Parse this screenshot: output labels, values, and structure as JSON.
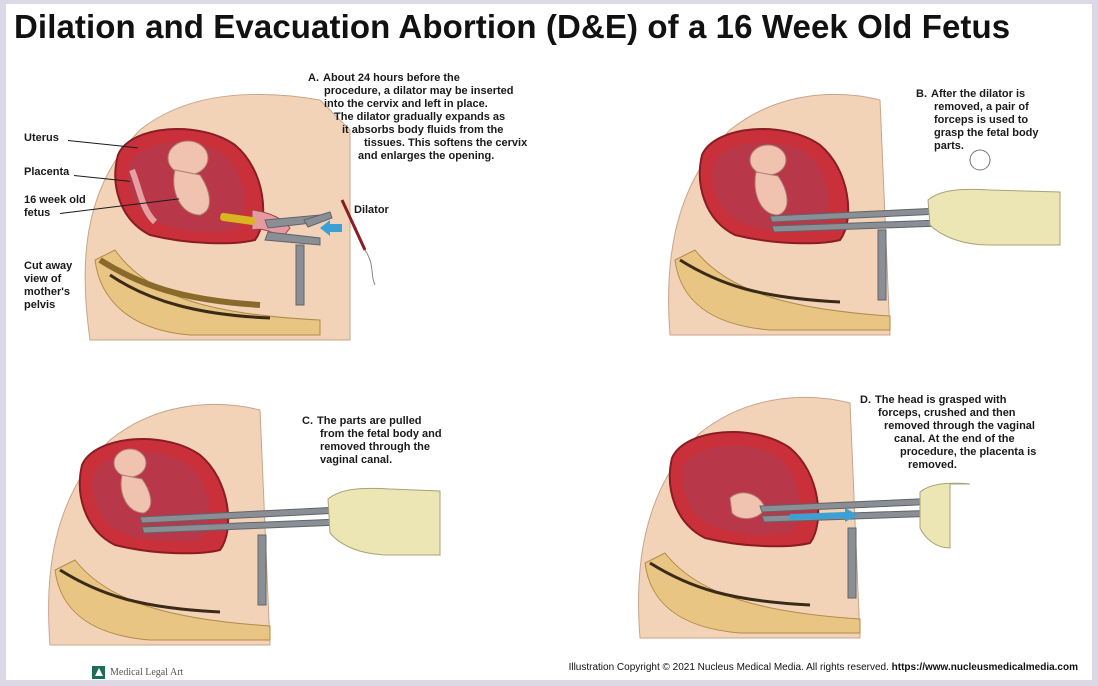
{
  "title": "Dilation and Evacuation Abortion (D&E) of a 16 Week Old Fetus",
  "steps": [
    {
      "letter": "A.",
      "lines": [
        "About 24 hours before the",
        "procedure, a dilator may be inserted",
        "into the cervix and left in place.",
        "The dilator gradually expands as",
        "it absorbs body fluids from the",
        "tissues. This softens the cervix",
        "and enlarges the opening."
      ]
    },
    {
      "letter": "B.",
      "lines": [
        "After the dilator is",
        "removed, a pair of",
        "forceps is used to",
        "grasp the fetal body",
        "parts."
      ]
    },
    {
      "letter": "C.",
      "lines": [
        "The parts are pulled",
        "from the fetal body and",
        "removed through the",
        "vaginal canal."
      ]
    },
    {
      "letter": "D.",
      "lines": [
        "The head is grasped with",
        "forceps, crushed and then",
        "removed through the vaginal",
        "canal. At the end of the",
        "procedure, the placenta is",
        "removed."
      ]
    }
  ],
  "labels": {
    "uterus": "Uterus",
    "placenta": "Placenta",
    "fetus_line1": "16 week old",
    "fetus_line2": "fetus",
    "dilator": "Dilator",
    "pelvis_lines": [
      "Cut away",
      "view of",
      "mother's",
      "pelvis"
    ]
  },
  "footer": {
    "brand": "Medical Legal Art",
    "copyright": "Illustration Copyright © 2021 Nucleus Medical Media. All rights reserved.",
    "url": "https://www.nucleusmedicalmedia.com"
  },
  "colors": {
    "uterus": "#c9303a",
    "amniotic": "#b8384a",
    "skin": "#f3d3b8",
    "bone": "#e8c583",
    "glove": "#ece6b4",
    "forceps": "#8a8f96",
    "dilator_yellow": "#d9b520",
    "arrow_blue": "#3aa0d6"
  }
}
